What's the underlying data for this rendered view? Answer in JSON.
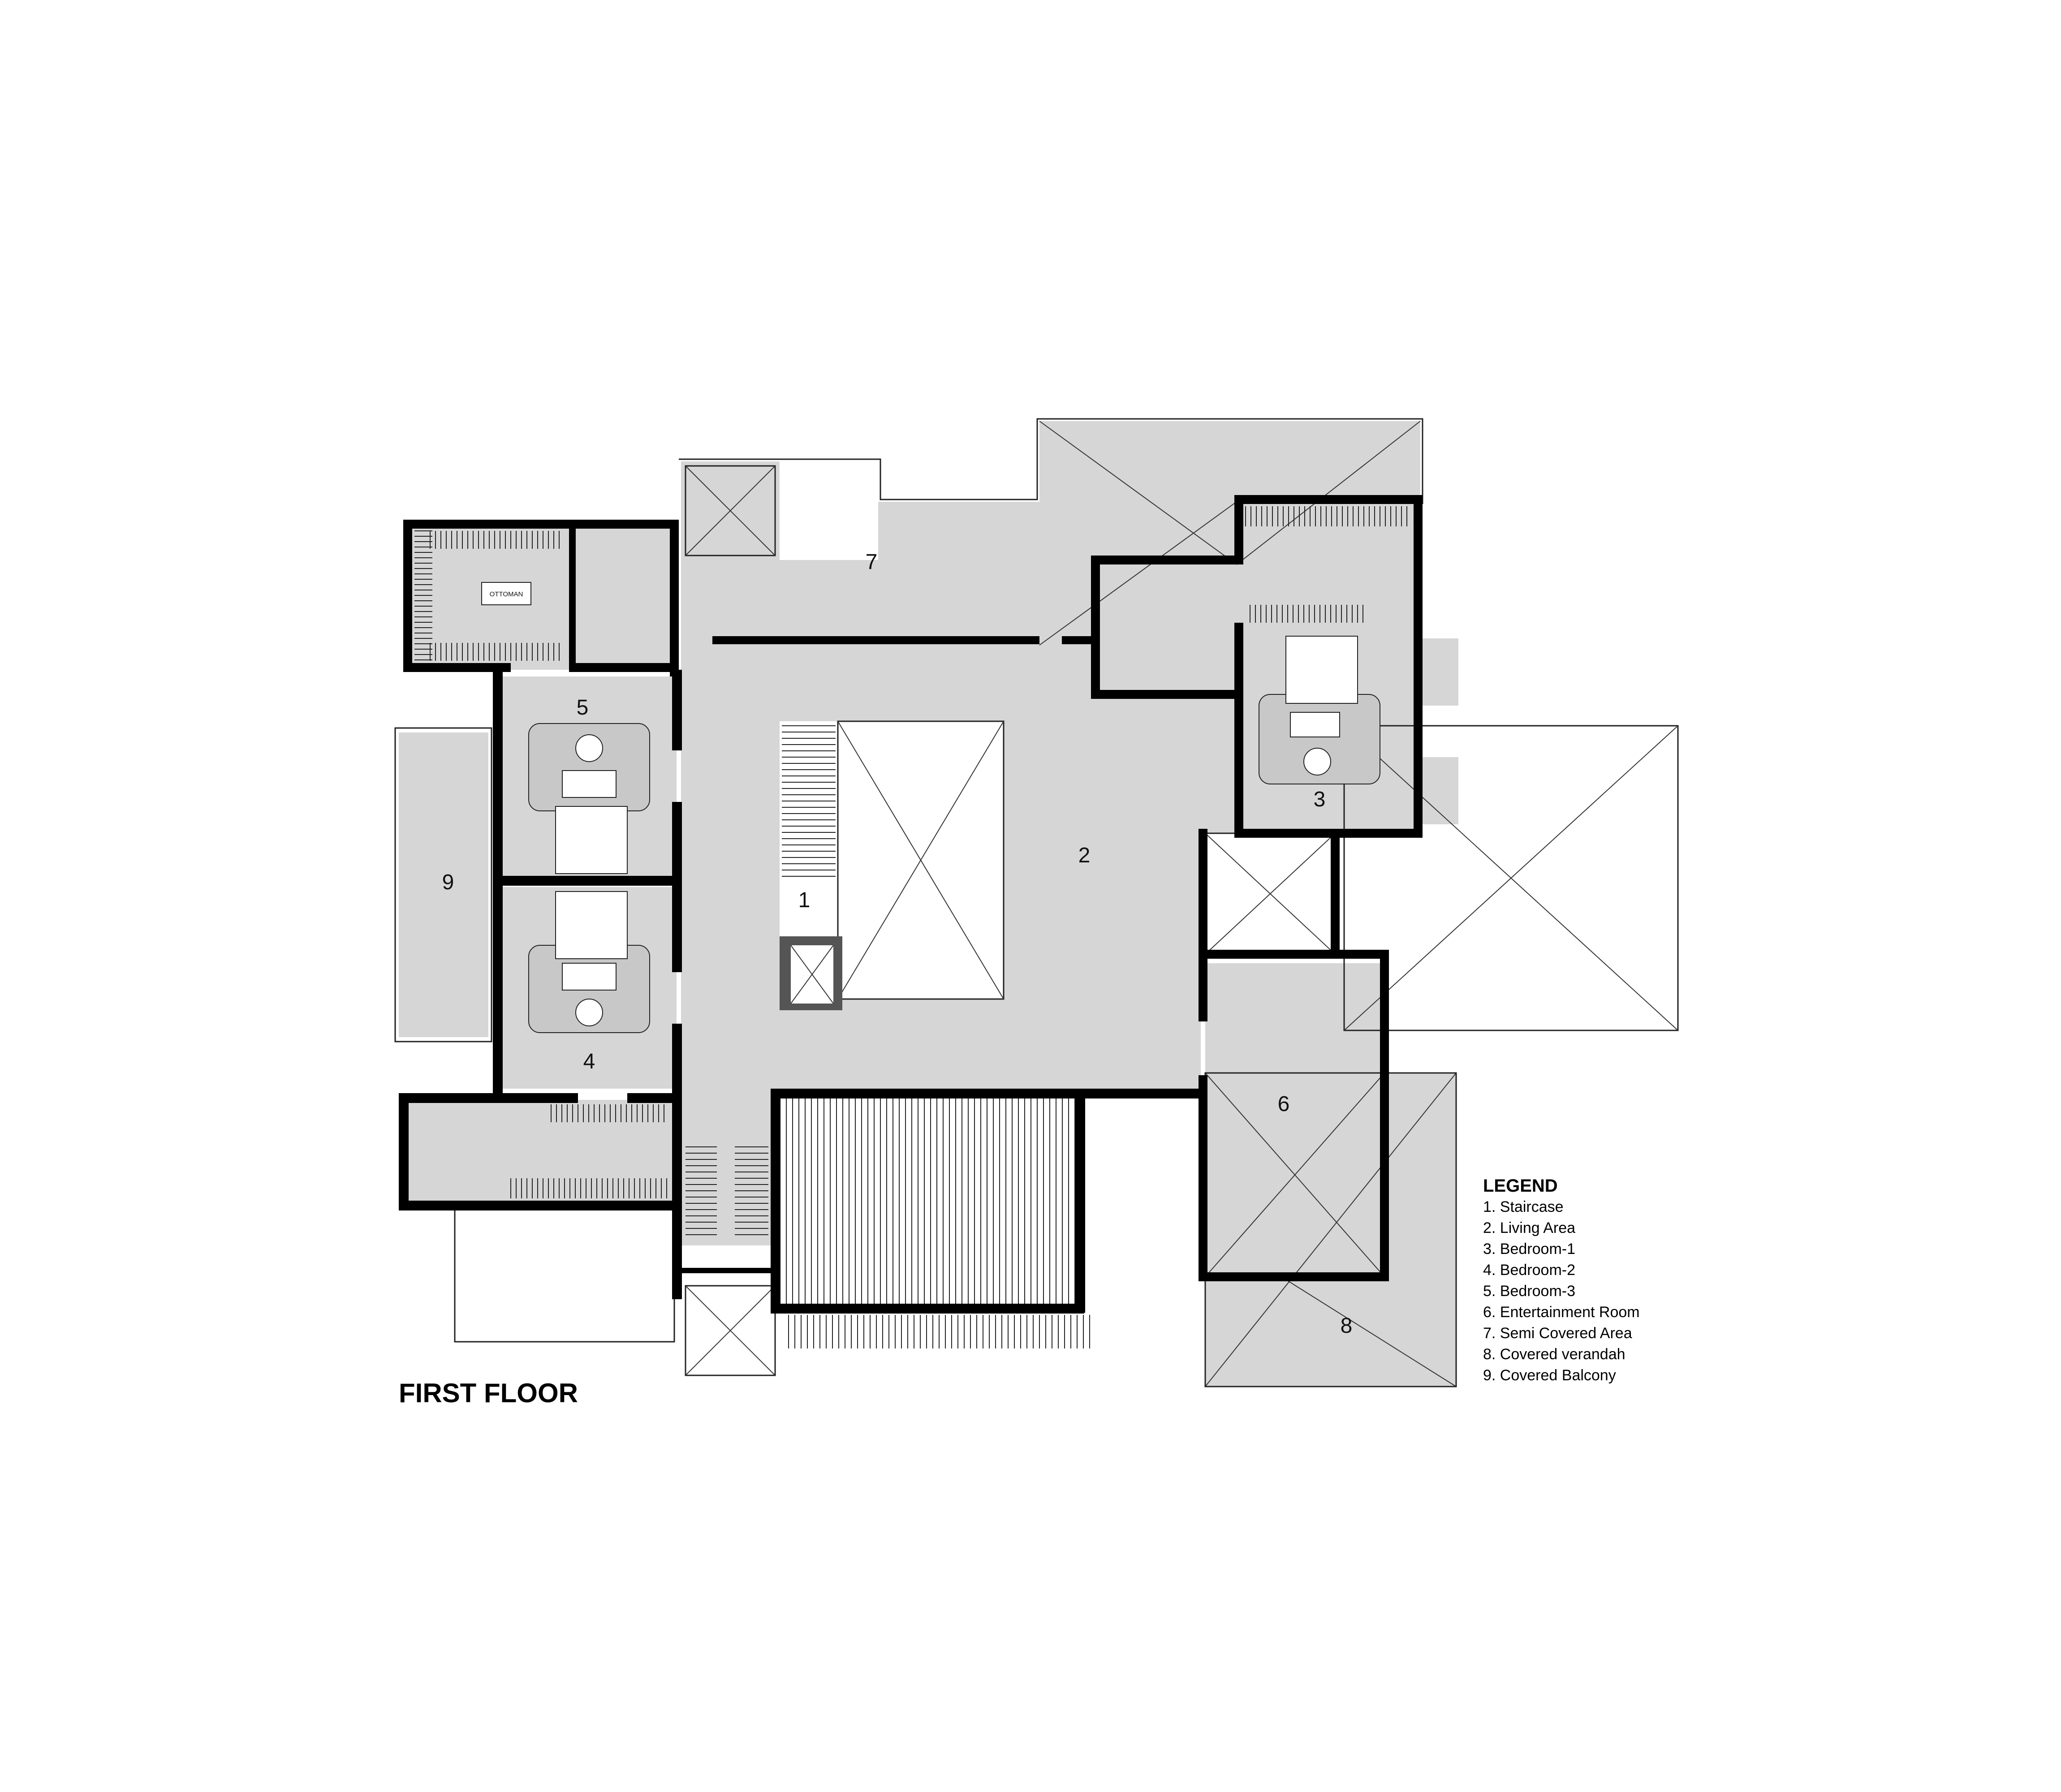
{
  "title": "FIRST FLOOR",
  "ottoman_label": "OTTOMAN",
  "rooms": [
    {
      "number": "1",
      "name": "Staircase"
    },
    {
      "number": "2",
      "name": "Living Area"
    },
    {
      "number": "3",
      "name": "Bedroom-1"
    },
    {
      "number": "4",
      "name": "Bedroom-2"
    },
    {
      "number": "5",
      "name": "Bedroom-3"
    },
    {
      "number": "6",
      "name": "Entertainment Room"
    },
    {
      "number": "7",
      "name": "Semi Covered Area"
    },
    {
      "number": "8",
      "name": "Covered verandah"
    },
    {
      "number": "9",
      "name": "Covered Balcony"
    }
  ],
  "legend": {
    "title": "LEGEND",
    "items": [
      "1. Staircase",
      "2. Living Area",
      "3. Bedroom-1",
      "4. Bedroom-2",
      "5. Bedroom-3",
      "6. Entertainment Room",
      "7. Semi Covered Area",
      "8. Covered verandah",
      "9. Covered Balcony"
    ]
  },
  "colors": {
    "floor_fill": "#d6d6d6",
    "wall": "#000000",
    "background": "#ffffff"
  }
}
